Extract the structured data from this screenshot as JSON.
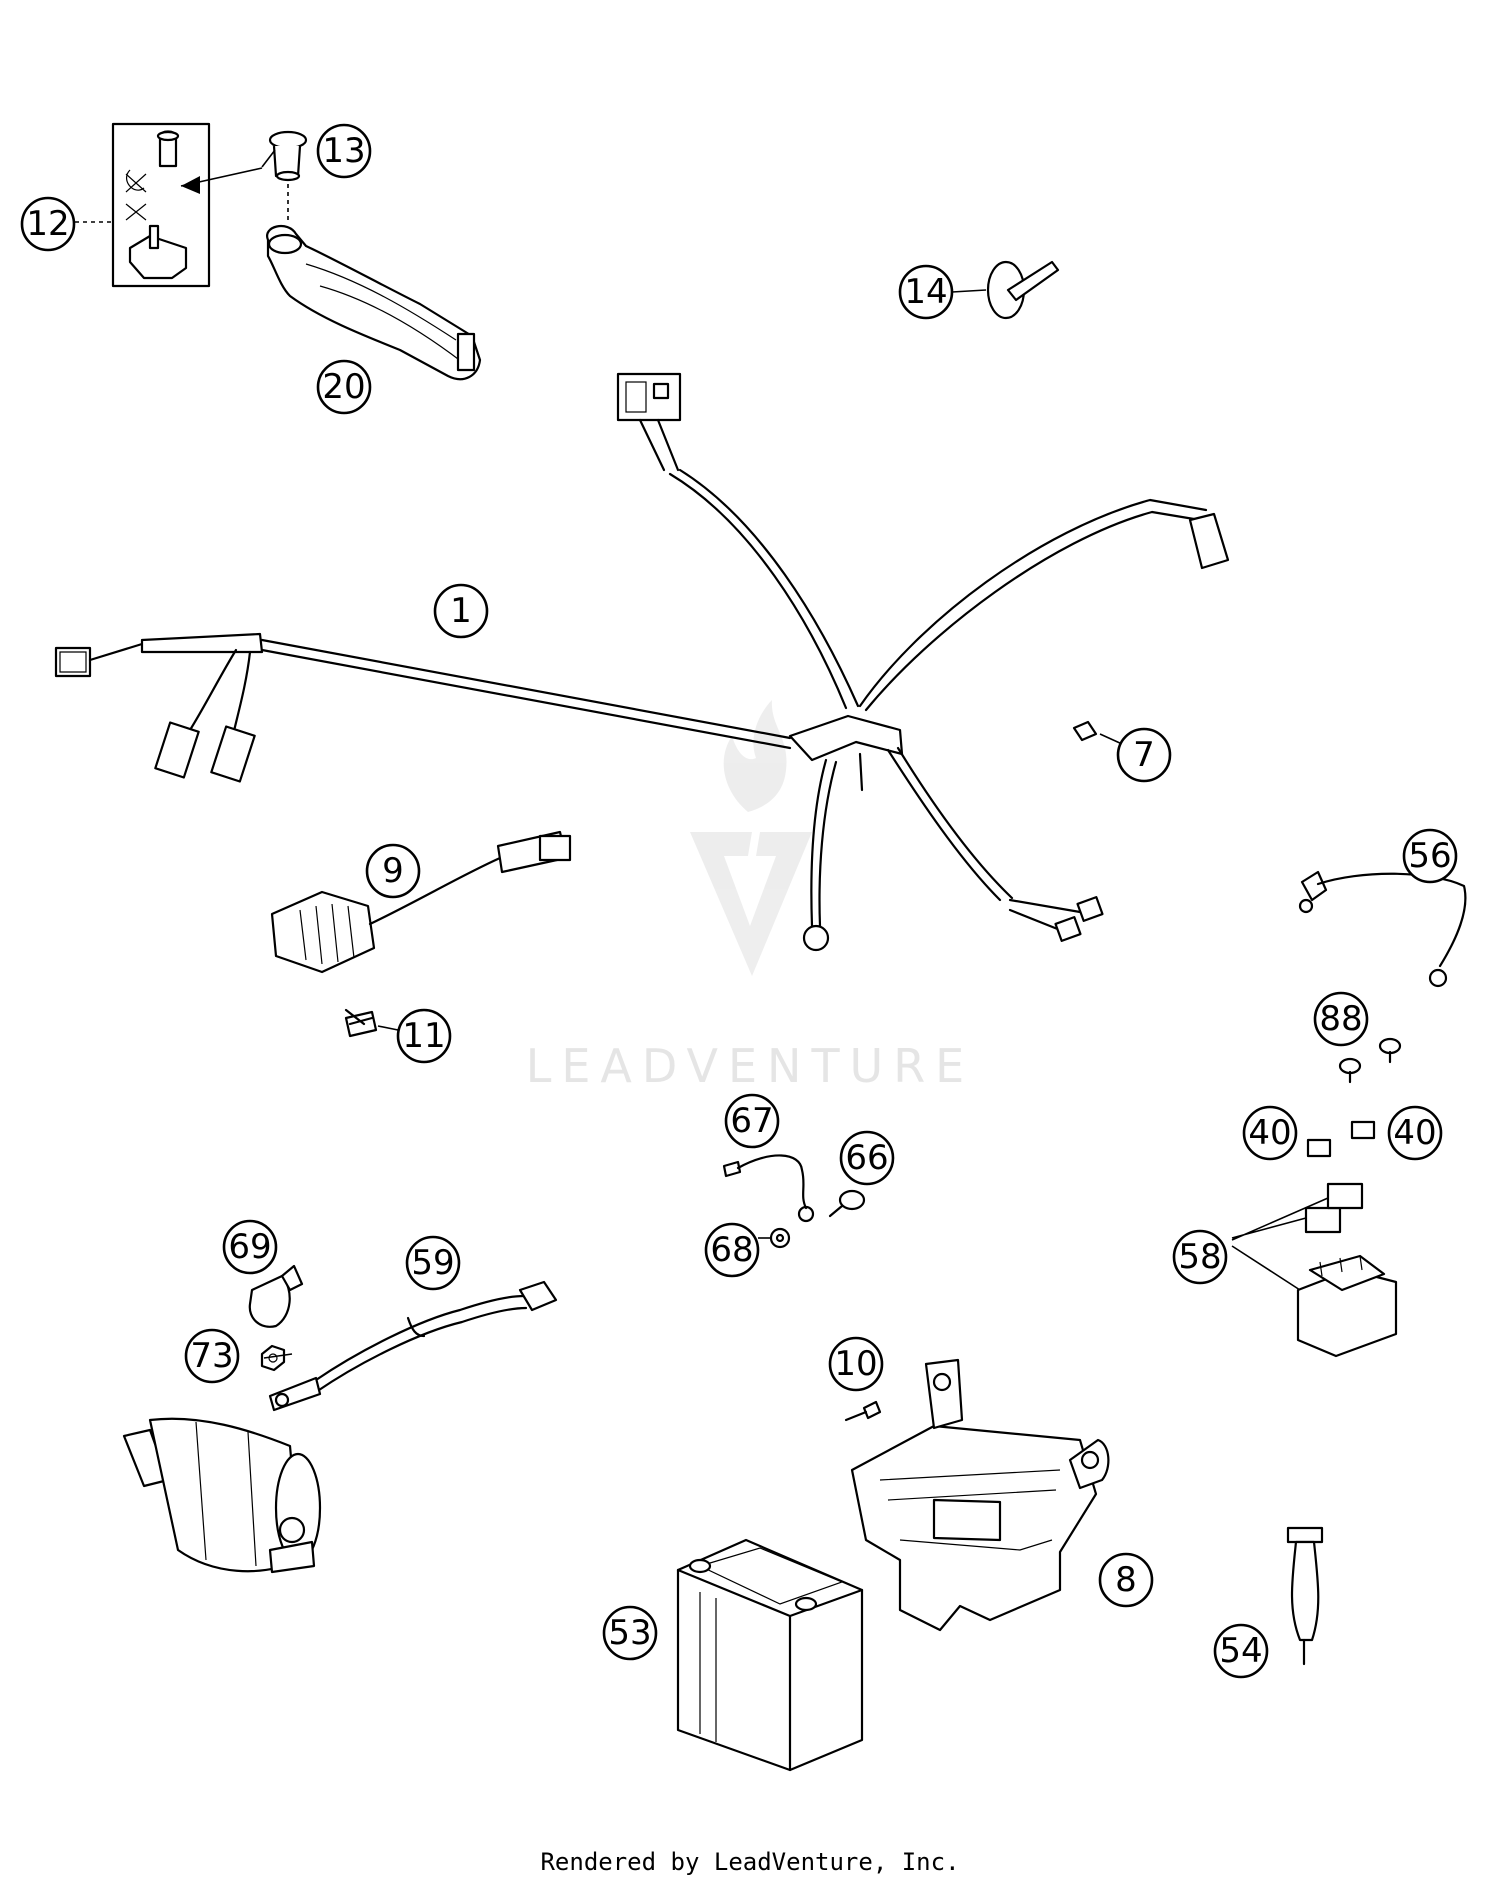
{
  "callouts": [
    {
      "id": "c1",
      "label": "1"
    },
    {
      "id": "c7",
      "label": "7"
    },
    {
      "id": "c8",
      "label": "8"
    },
    {
      "id": "c9",
      "label": "9"
    },
    {
      "id": "c10",
      "label": "10"
    },
    {
      "id": "c11",
      "label": "11"
    },
    {
      "id": "c12",
      "label": "12"
    },
    {
      "id": "c13",
      "label": "13"
    },
    {
      "id": "c14",
      "label": "14"
    },
    {
      "id": "c20",
      "label": "20"
    },
    {
      "id": "c40a",
      "label": "40"
    },
    {
      "id": "c40b",
      "label": "40"
    },
    {
      "id": "c53",
      "label": "53"
    },
    {
      "id": "c54",
      "label": "54"
    },
    {
      "id": "c56",
      "label": "56"
    },
    {
      "id": "c58",
      "label": "58"
    },
    {
      "id": "c59",
      "label": "59"
    },
    {
      "id": "c66",
      "label": "66"
    },
    {
      "id": "c67",
      "label": "67"
    },
    {
      "id": "c68",
      "label": "68"
    },
    {
      "id": "c69",
      "label": "69"
    },
    {
      "id": "c73",
      "label": "73"
    },
    {
      "id": "c88",
      "label": "88"
    }
  ],
  "watermark": {
    "text": "LEADVENTURE"
  },
  "footer": {
    "text": "Rendered by LeadVenture, Inc."
  }
}
